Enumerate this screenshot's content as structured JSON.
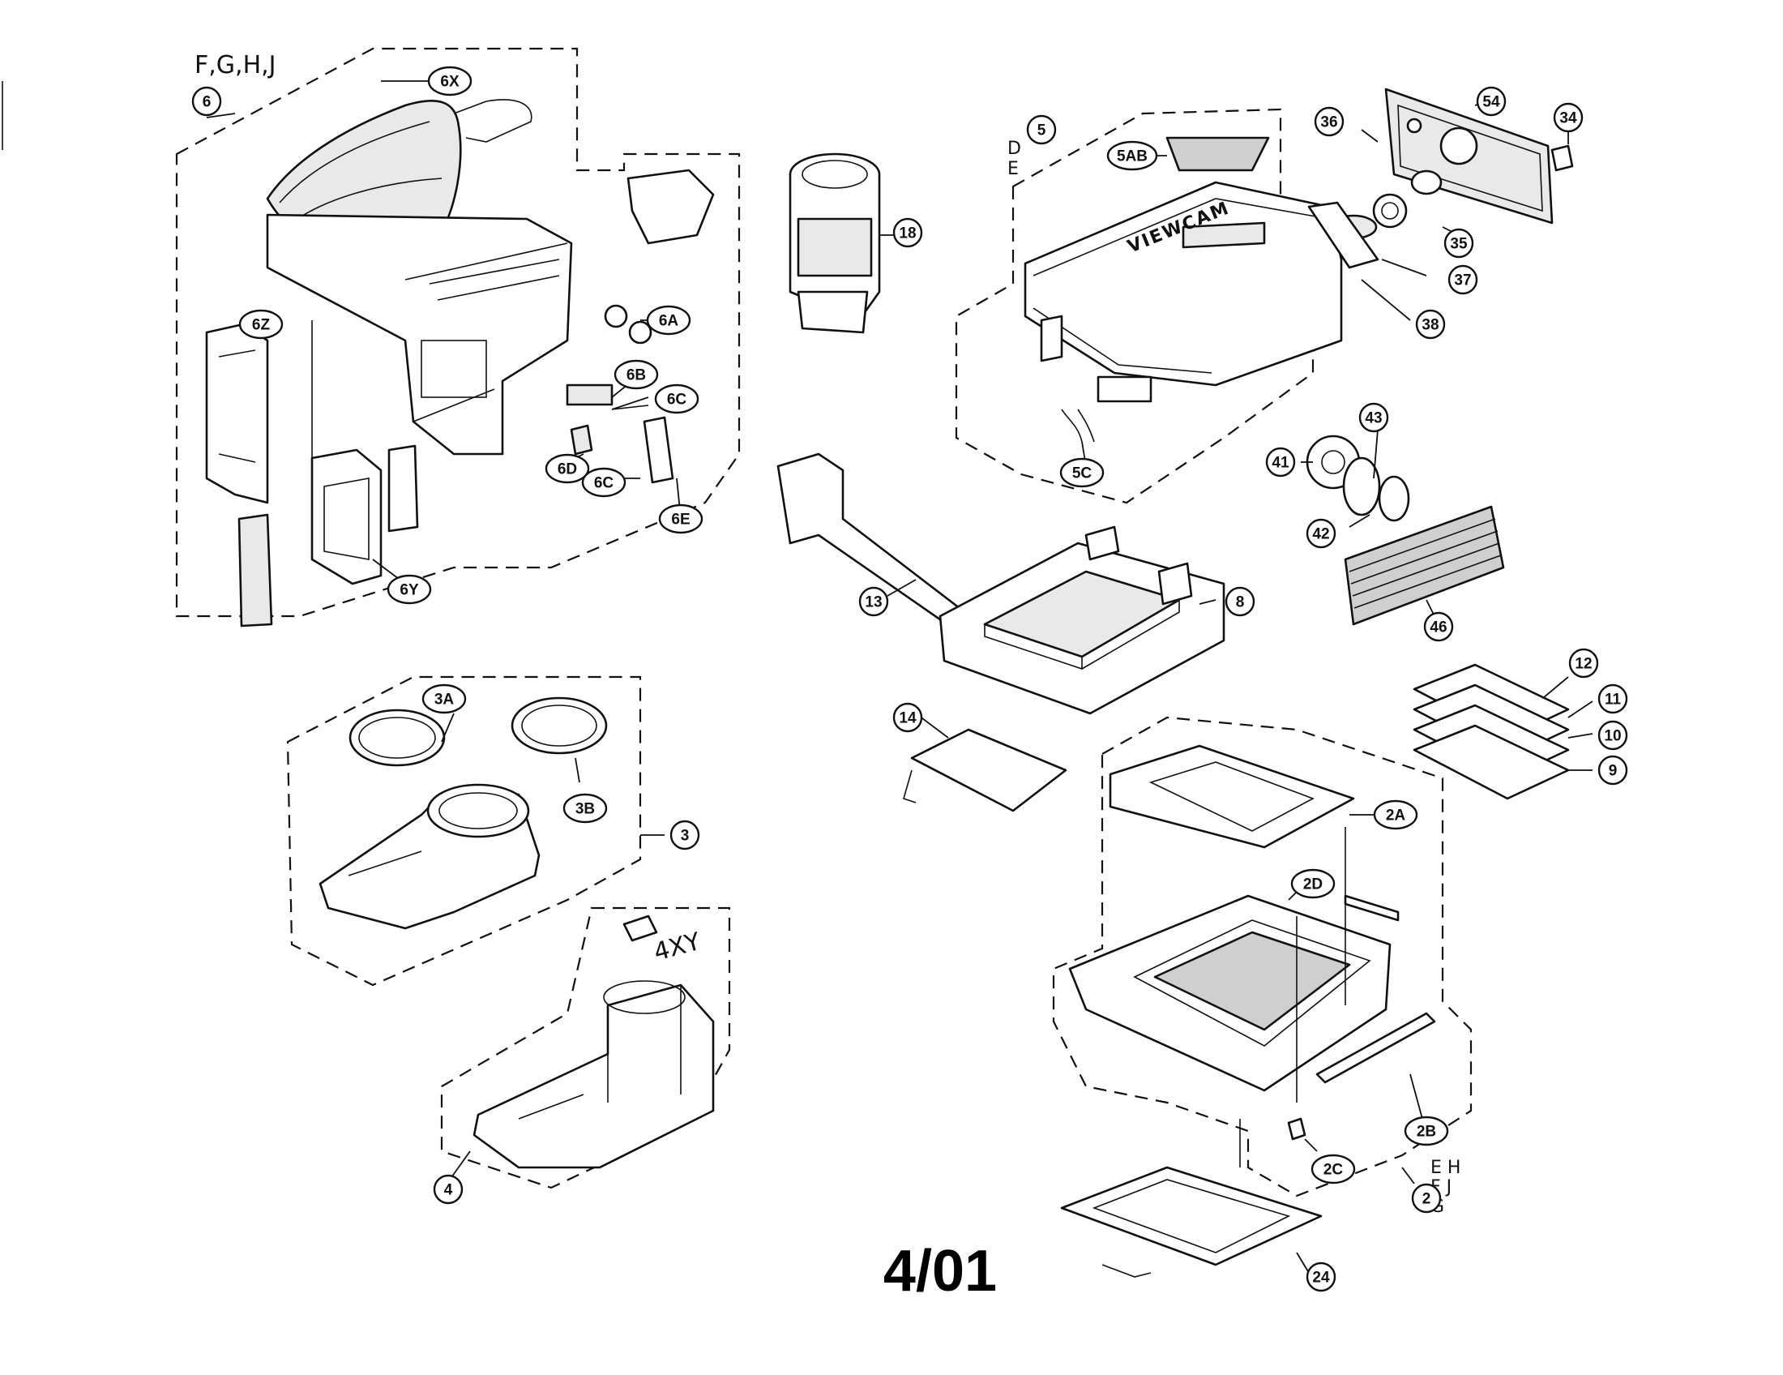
{
  "revision_date": "4/01",
  "brand_text": "VIEWCAM",
  "group_notes": {
    "group_6": "F,G,H,J",
    "group_5": "D\nE",
    "group_2": "E H\nF J\nG",
    "group_4": "4XY"
  },
  "callouts": [
    {
      "id": "6",
      "label": "6"
    },
    {
      "id": "6X",
      "label": "6X"
    },
    {
      "id": "6Z",
      "label": "6Z"
    },
    {
      "id": "6A",
      "label": "6A"
    },
    {
      "id": "6B",
      "label": "6B"
    },
    {
      "id": "6C",
      "label": "6C"
    },
    {
      "id": "6D",
      "label": "6D"
    },
    {
      "id": "6C2",
      "label": "6C"
    },
    {
      "id": "6E",
      "label": "6E"
    },
    {
      "id": "6Y",
      "label": "6Y"
    },
    {
      "id": "18",
      "label": "18"
    },
    {
      "id": "5",
      "label": "5"
    },
    {
      "id": "5AB",
      "label": "5AB"
    },
    {
      "id": "5C",
      "label": "5C"
    },
    {
      "id": "36",
      "label": "36"
    },
    {
      "id": "54",
      "label": "54"
    },
    {
      "id": "34",
      "label": "34"
    },
    {
      "id": "35",
      "label": "35"
    },
    {
      "id": "37",
      "label": "37"
    },
    {
      "id": "38",
      "label": "38"
    },
    {
      "id": "43",
      "label": "43"
    },
    {
      "id": "41",
      "label": "41"
    },
    {
      "id": "42",
      "label": "42"
    },
    {
      "id": "46",
      "label": "46"
    },
    {
      "id": "13",
      "label": "13"
    },
    {
      "id": "8",
      "label": "8"
    },
    {
      "id": "14",
      "label": "14"
    },
    {
      "id": "12",
      "label": "12"
    },
    {
      "id": "11",
      "label": "11"
    },
    {
      "id": "10",
      "label": "10"
    },
    {
      "id": "9",
      "label": "9"
    },
    {
      "id": "3A",
      "label": "3A"
    },
    {
      "id": "3B",
      "label": "3B"
    },
    {
      "id": "3",
      "label": "3"
    },
    {
      "id": "2A",
      "label": "2A"
    },
    {
      "id": "2D",
      "label": "2D"
    },
    {
      "id": "2B",
      "label": "2B"
    },
    {
      "id": "2C",
      "label": "2C"
    },
    {
      "id": "2",
      "label": "2"
    },
    {
      "id": "4",
      "label": "4"
    },
    {
      "id": "24",
      "label": "24"
    }
  ]
}
